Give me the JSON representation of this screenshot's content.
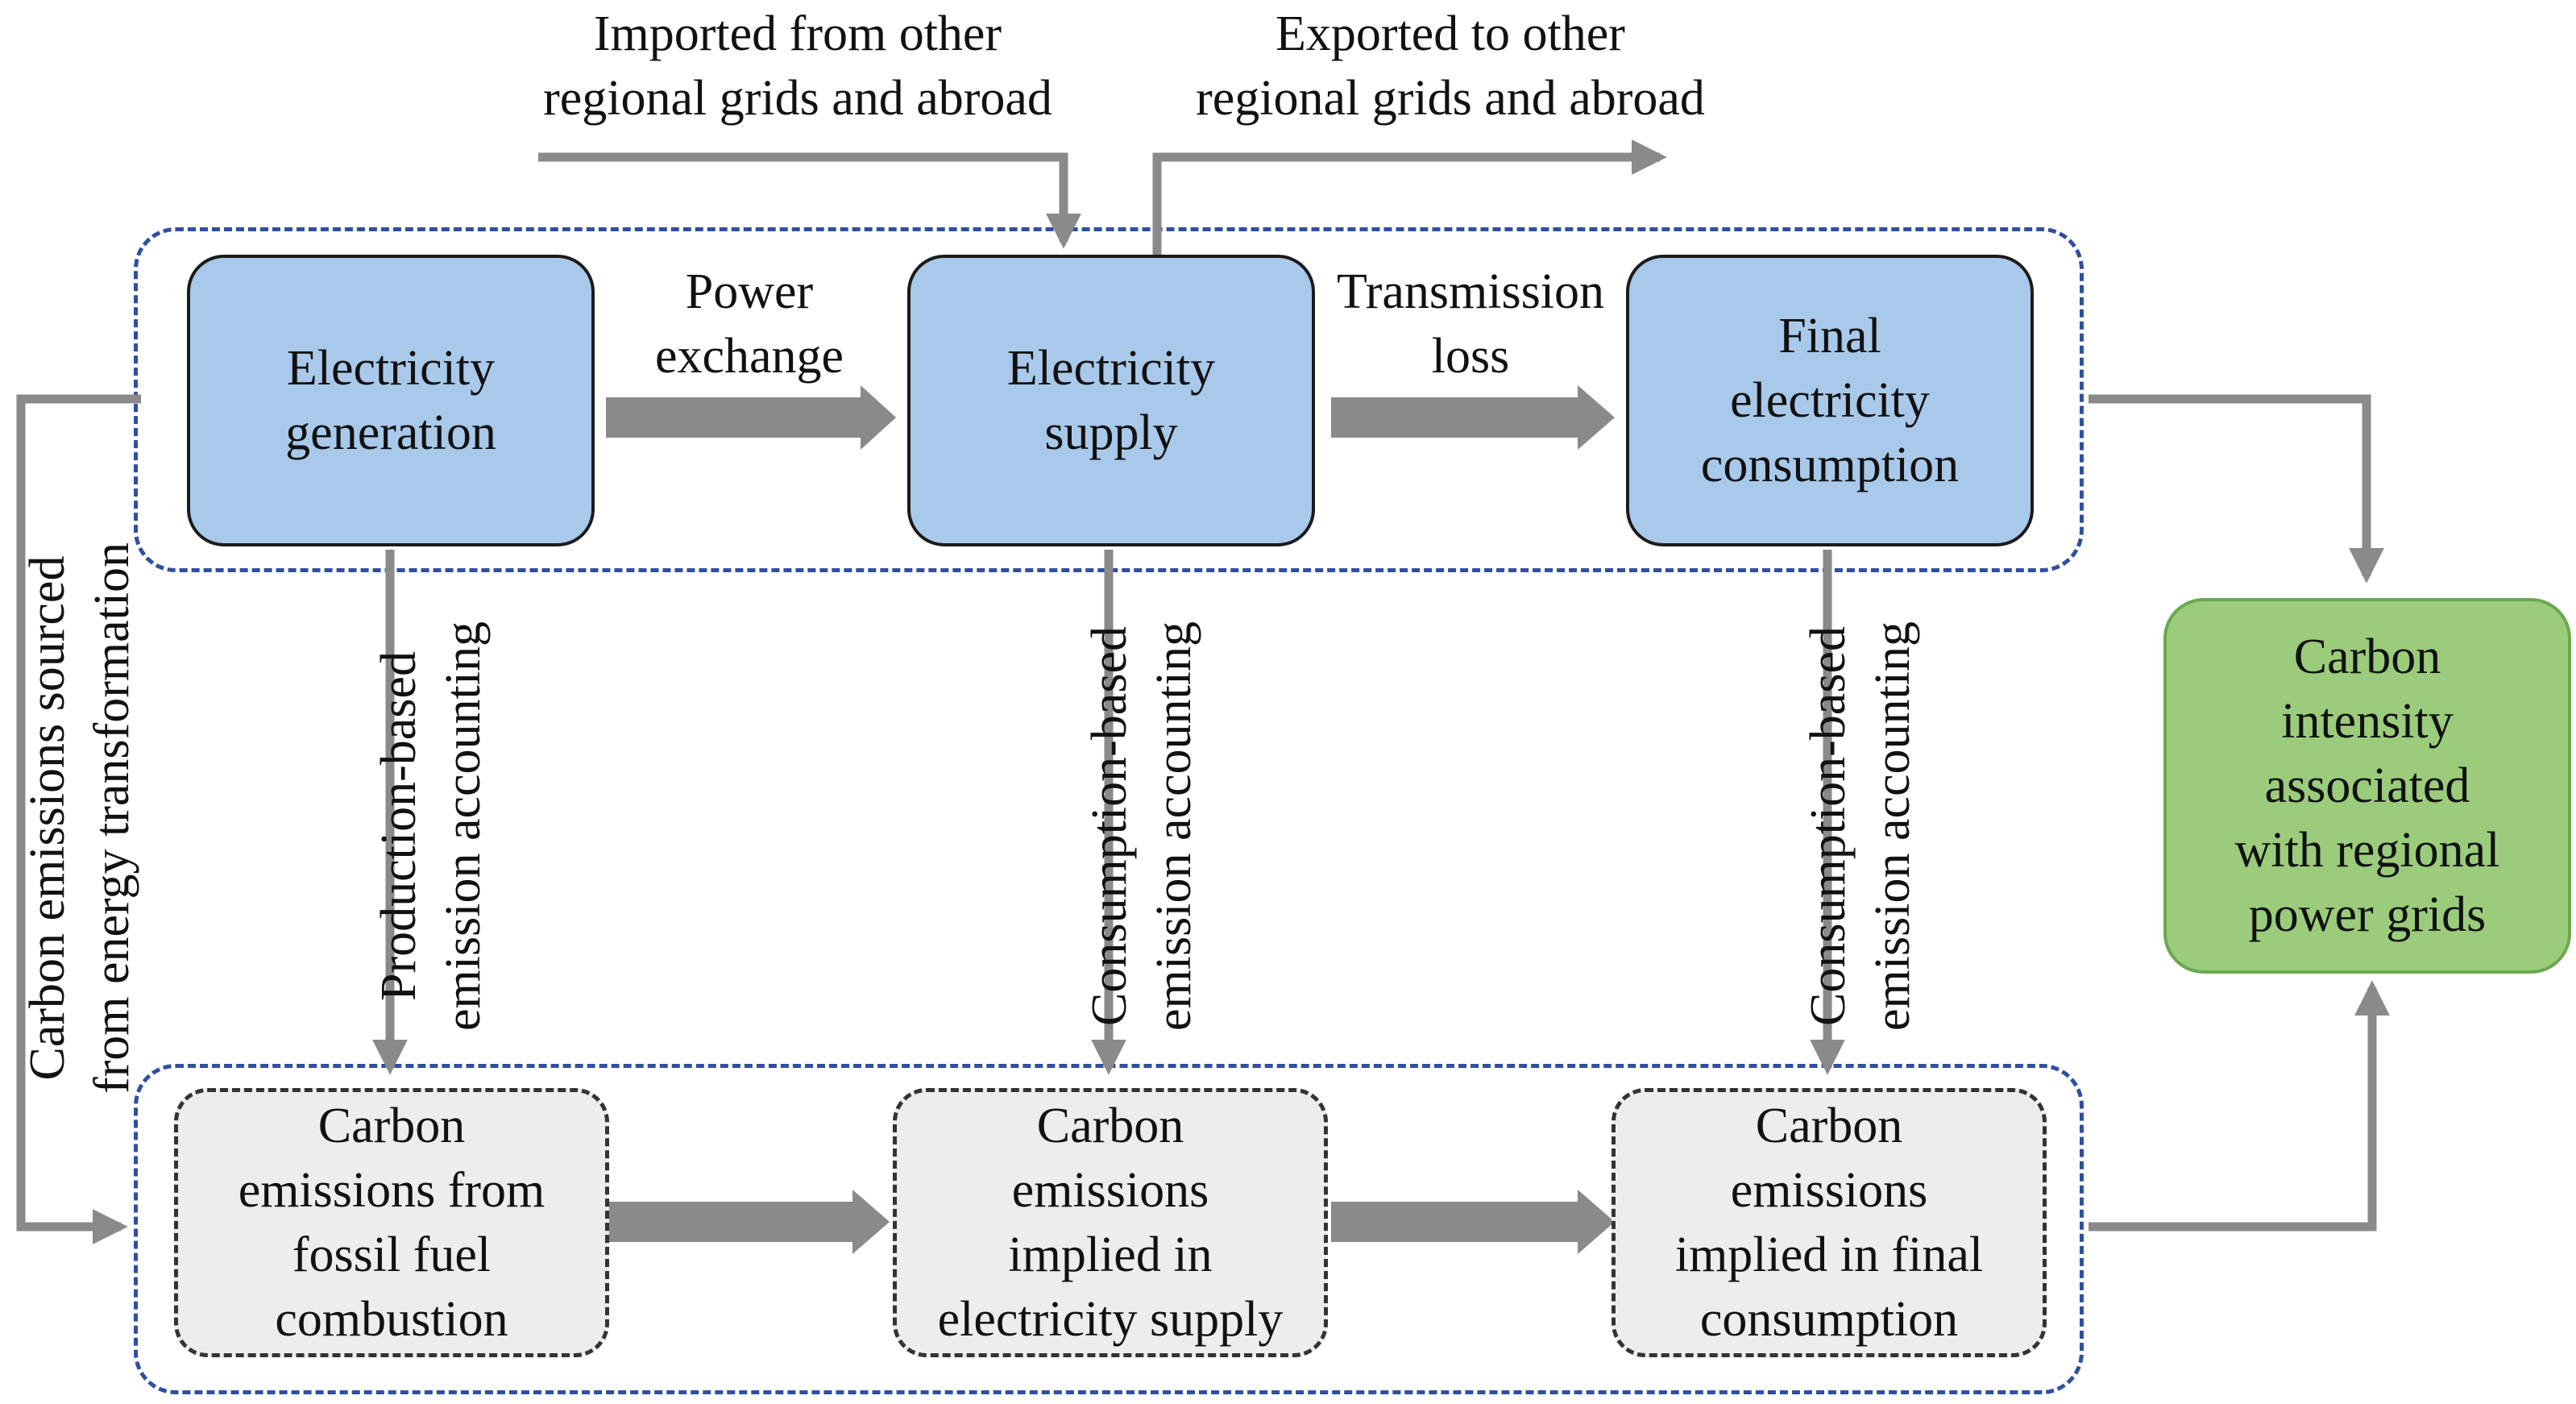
{
  "boxes": {
    "electricity_generation": "Electricity\ngeneration",
    "electricity_supply": "Electricity\nsupply",
    "final_consumption": "Final\nelectricity\nconsumption",
    "carbon_intensity": "Carbon\nintensity\nassociated\nwith regional\npower grids",
    "emissions_fossil": "Carbon\nemissions from\nfossil fuel\ncombustion",
    "emissions_supply": "Carbon\nemissions\nimplied in\nelectricity supply",
    "emissions_final": "Carbon\nemissions\nimplied in final\nconsumption"
  },
  "labels": {
    "imported": "Imported from other\nregional grids and abroad",
    "exported": "Exported to other\nregional grids and abroad",
    "power_exchange": "Power\nexchange",
    "transmission_loss": "Transmission\nloss",
    "production_based": "Production-based\nemission accounting",
    "consumption_based_1": "Consumption-based\nemission accounting",
    "consumption_based_2": "Consumption-based\nemission accounting",
    "carbon_sourced": "Carbon emissions sourced\nfrom energy transformation"
  },
  "colors": {
    "box_blue": "#a9c9ea",
    "box_green": "#9bcc7c",
    "box_grey": "#ededed",
    "group_border": "#2f4f9f",
    "arrow_grey": "#8a8a8a"
  }
}
